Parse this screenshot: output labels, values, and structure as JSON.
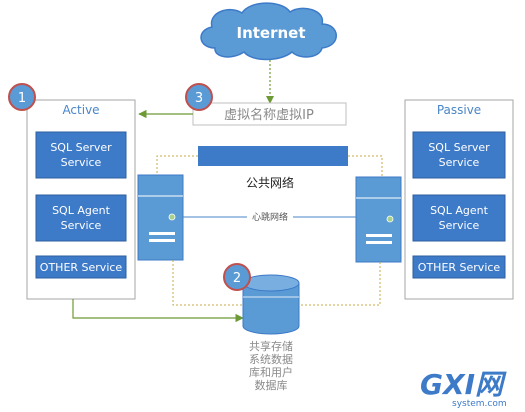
{
  "cloud": {
    "label": "Internet"
  },
  "badges": [
    "1",
    "2",
    "3"
  ],
  "vip": {
    "label": "虚拟名称虚拟IP"
  },
  "public_network": {
    "label": "公共网络"
  },
  "heartbeat": {
    "label": "心跳网络"
  },
  "active": {
    "title": "Active",
    "services": [
      "SQL Server\nService",
      "SQL Agent\nService",
      "OTHER Service"
    ]
  },
  "passive": {
    "title": "Passive",
    "services": [
      "SQL Server\nService",
      "SQL Agent\nService",
      "OTHER Service"
    ]
  },
  "storage": {
    "label": "共享存储\n系统数据\n库和用户\n数据库"
  },
  "watermark": {
    "brand": "GXI网",
    "url": "system.com"
  },
  "colors": {
    "blue": "#3d7ac8",
    "server": "#5b9bd5",
    "green": "#6e9a35",
    "badge_fill": "#5b9bd5",
    "badge_ring": "#c0504d",
    "text_blue": "#4a86c8",
    "grey": "#8a8a8a"
  }
}
